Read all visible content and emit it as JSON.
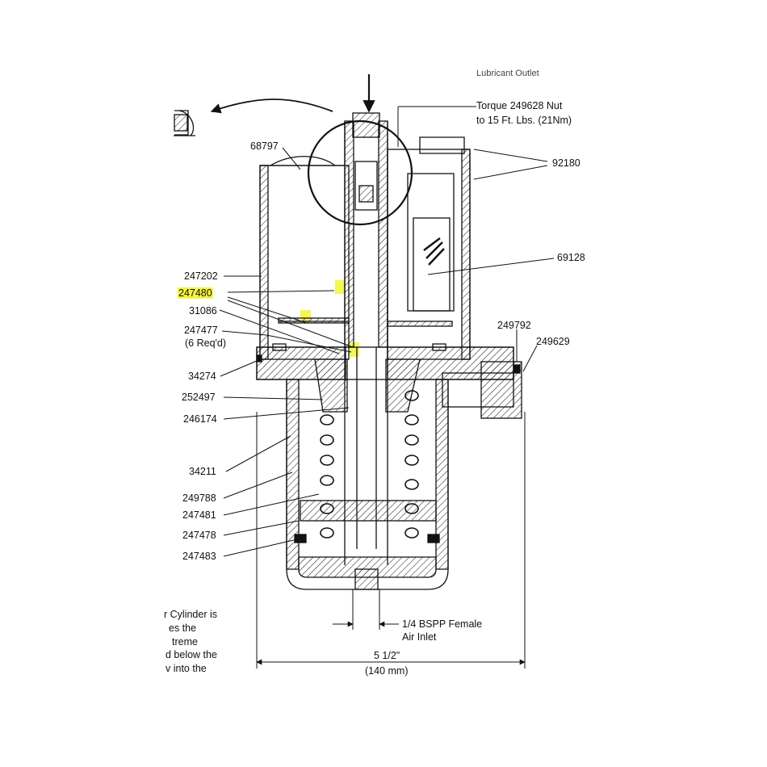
{
  "diagram": {
    "top_cut_label": "Lubricant Outlet",
    "torque_note": {
      "line1": "Torque 249628 Nut",
      "line2": "to 15 Ft. Lbs. (21Nm)"
    },
    "part_labels": {
      "p68797": "68797",
      "p92180": "92180",
      "p69128": "69128",
      "p247202": "247202",
      "p247480": "247480",
      "p31086": "31086",
      "p247477": "247477",
      "p247477_qty": "(6 Req'd)",
      "p249792": "249792",
      "p249629": "249629",
      "p34274": "34274",
      "p252497": "252497",
      "p246174": "246174",
      "p34211": "34211",
      "p249788": "249788",
      "p247481": "247481",
      "p247478": "247478",
      "p247483": "247483"
    },
    "inlet_note": {
      "line1": "1/4 BSPP Female",
      "line2": "Air Inlet"
    },
    "dimension": {
      "imperial": "5 1/2\"",
      "metric": "(140  mm)"
    },
    "side_note_fragments": [
      "r Cylinder is",
      "es the",
      "treme",
      "d below the",
      "v into the"
    ],
    "highlight_color": "#f4f542",
    "line_color": "#111111"
  }
}
